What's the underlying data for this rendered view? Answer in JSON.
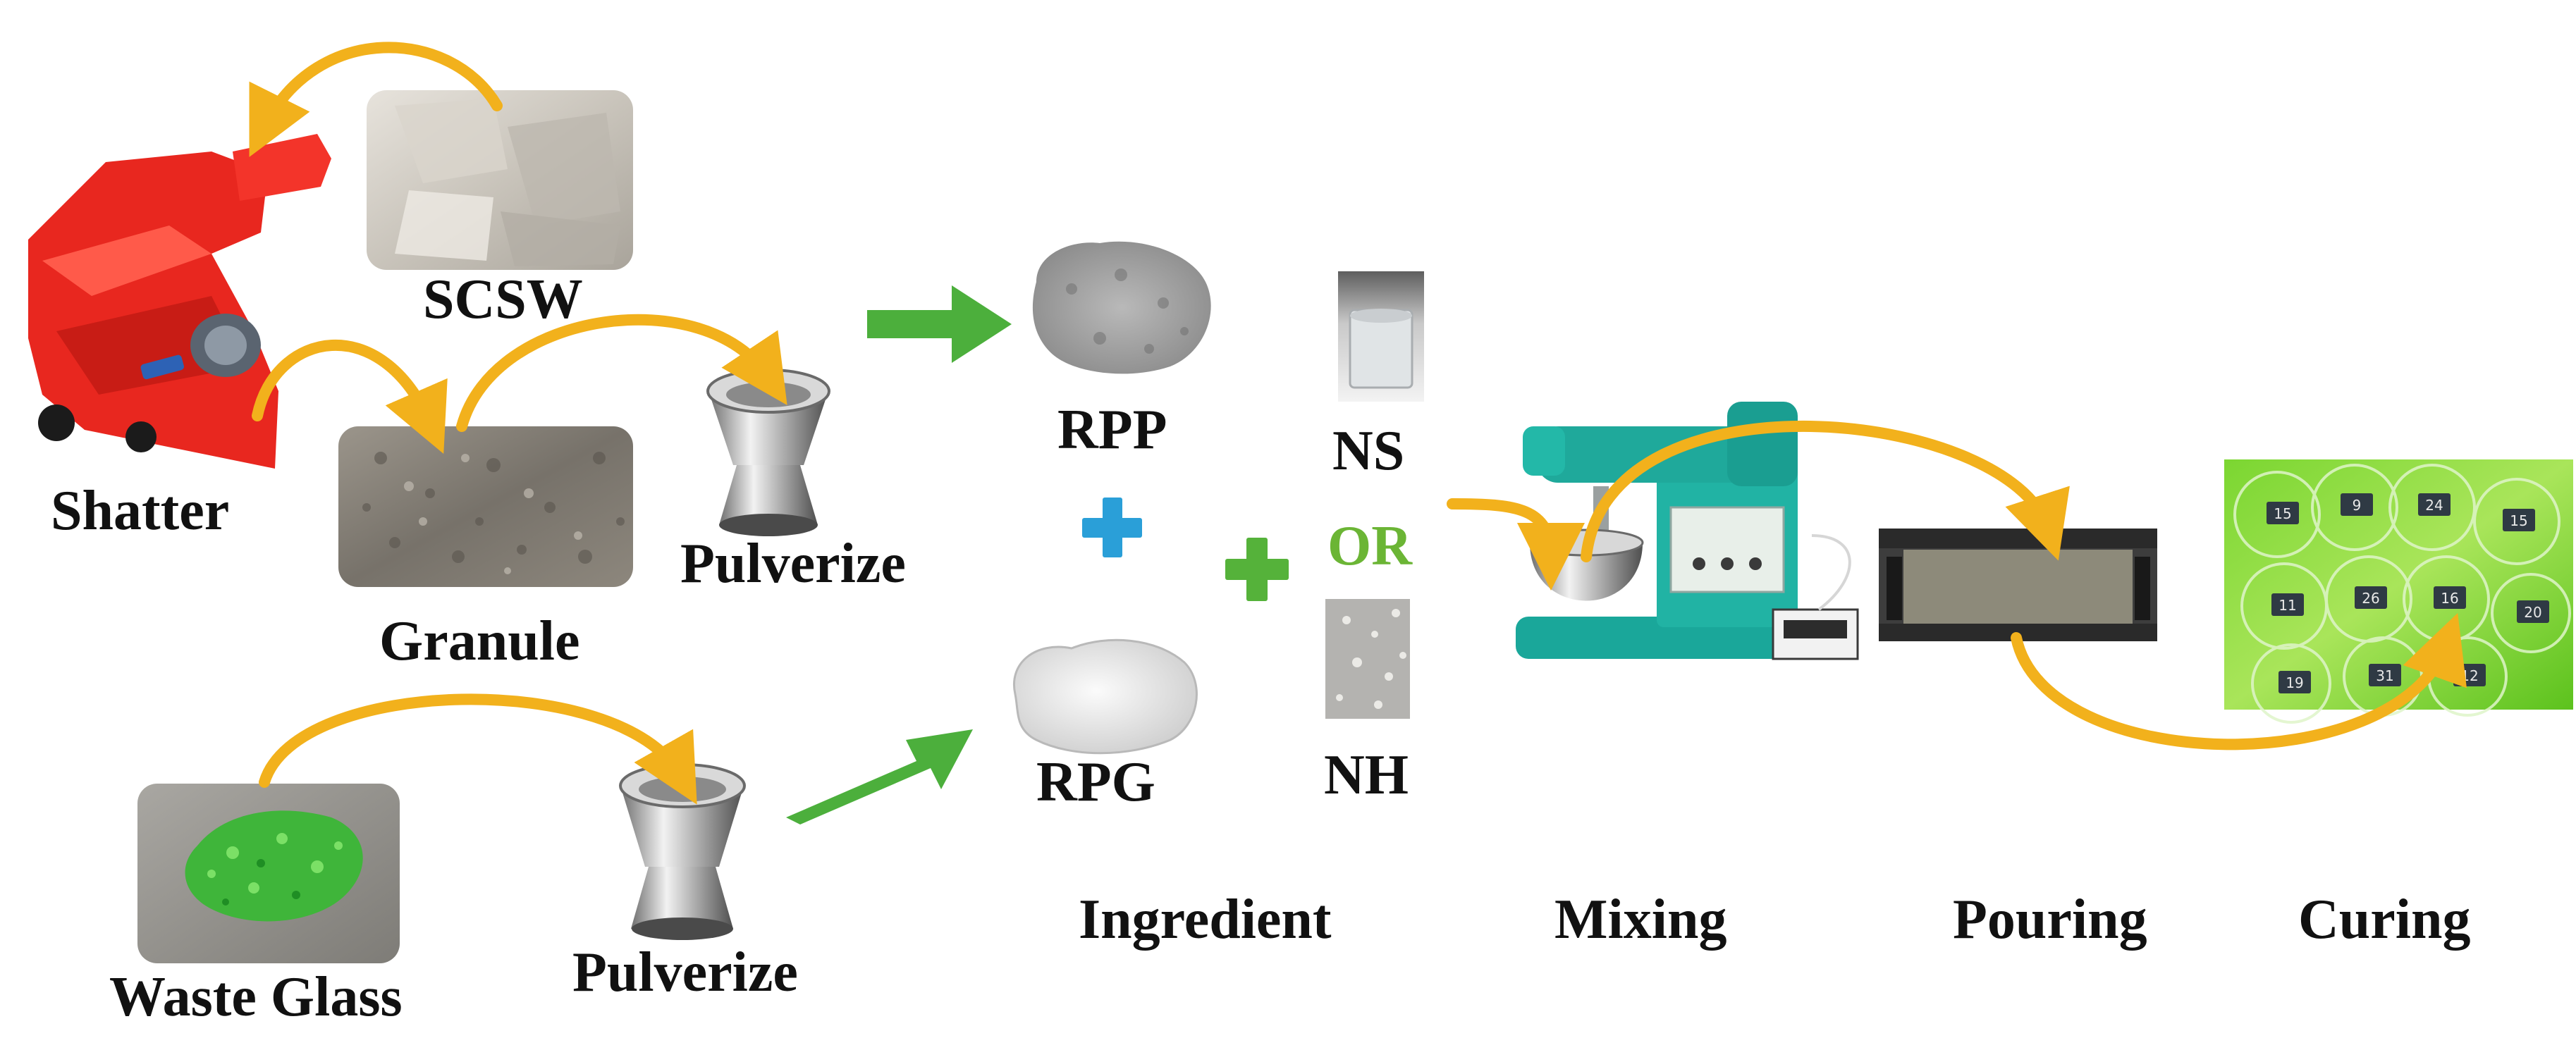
{
  "labels": {
    "scsw": "SCSW",
    "shatter": "Shatter",
    "granule": "Granule",
    "pulverize_top": "Pulverize",
    "waste_glass": "Waste Glass",
    "pulverize_bottom": "Pulverize",
    "rpp": "RPP",
    "rpg": "RPG",
    "ns": "NS",
    "or": "OR",
    "nh": "NH",
    "ingredient": "Ingredient",
    "mixing": "Mixing",
    "pouring": "Pouring",
    "curing": "Curing"
  },
  "colors": {
    "flow_arrow": "#f2b11c",
    "process_arrow": "#4caf3c",
    "plus_blue": "#2a9fd8",
    "plus_green": "#55b23a",
    "or_text": "#6bb535"
  },
  "curing_tags": [
    "15",
    "9",
    "24",
    "15",
    "11",
    "26",
    "16",
    "20",
    "19",
    "31",
    "12"
  ]
}
